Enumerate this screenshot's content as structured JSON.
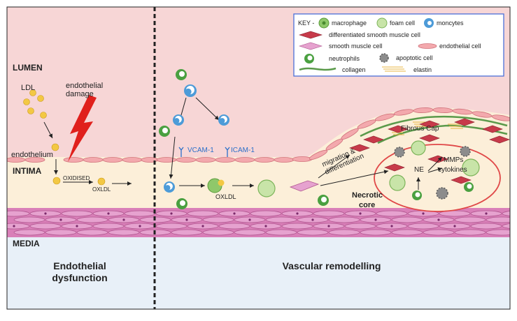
{
  "layers": {
    "lumen": "LUMEN",
    "intima": "INTIMA",
    "media": "MEDIA"
  },
  "left_panel": {
    "ldl": "LDL",
    "endothelial_damage_1": "endothelial",
    "endothelial_damage_2": "damage",
    "endothelium": "endothelium",
    "oxidised": "OXIDISED",
    "oxldl": "OXLDL",
    "title_1": "Endothelial",
    "title_2": "dysfunction"
  },
  "right_panel": {
    "vcam": "VCAM-1",
    "icam": "ICAM-1",
    "oxldl": "OXLDL",
    "fibrous_cap": "Fibrous Cap",
    "migration_1": "migration &",
    "migration_2": "differentiation",
    "necrotic_1": "Necrotic",
    "necrotic_2": "core",
    "ne": "NE",
    "mmps": "MMPs",
    "cytokines": "cytokines",
    "title": "Vascular remodelling"
  },
  "key": {
    "label": "KEY -",
    "macrophage": "macrophage",
    "foam_cell": "foam cell",
    "monocytes": "moncytes",
    "diff_smc": "differentiated smooth muscle cell",
    "smc": "smooth muscle cell",
    "endothelial_cell": "endothelial cell",
    "neutrophils": "neutrophils",
    "apoptotic": "apoptotic cell",
    "collagen": "collagen",
    "elastin": "elastin"
  },
  "colors": {
    "lumen": "#f7d6d6",
    "intima": "#fcefd9",
    "media_band": "#d97fb8",
    "media_bg": "#e8f0f8",
    "lightning": "#e0201c",
    "key_border": "#4a6fd8",
    "adhesion_text": "#2b6fc9",
    "necrotic_ring": "#e04848"
  }
}
